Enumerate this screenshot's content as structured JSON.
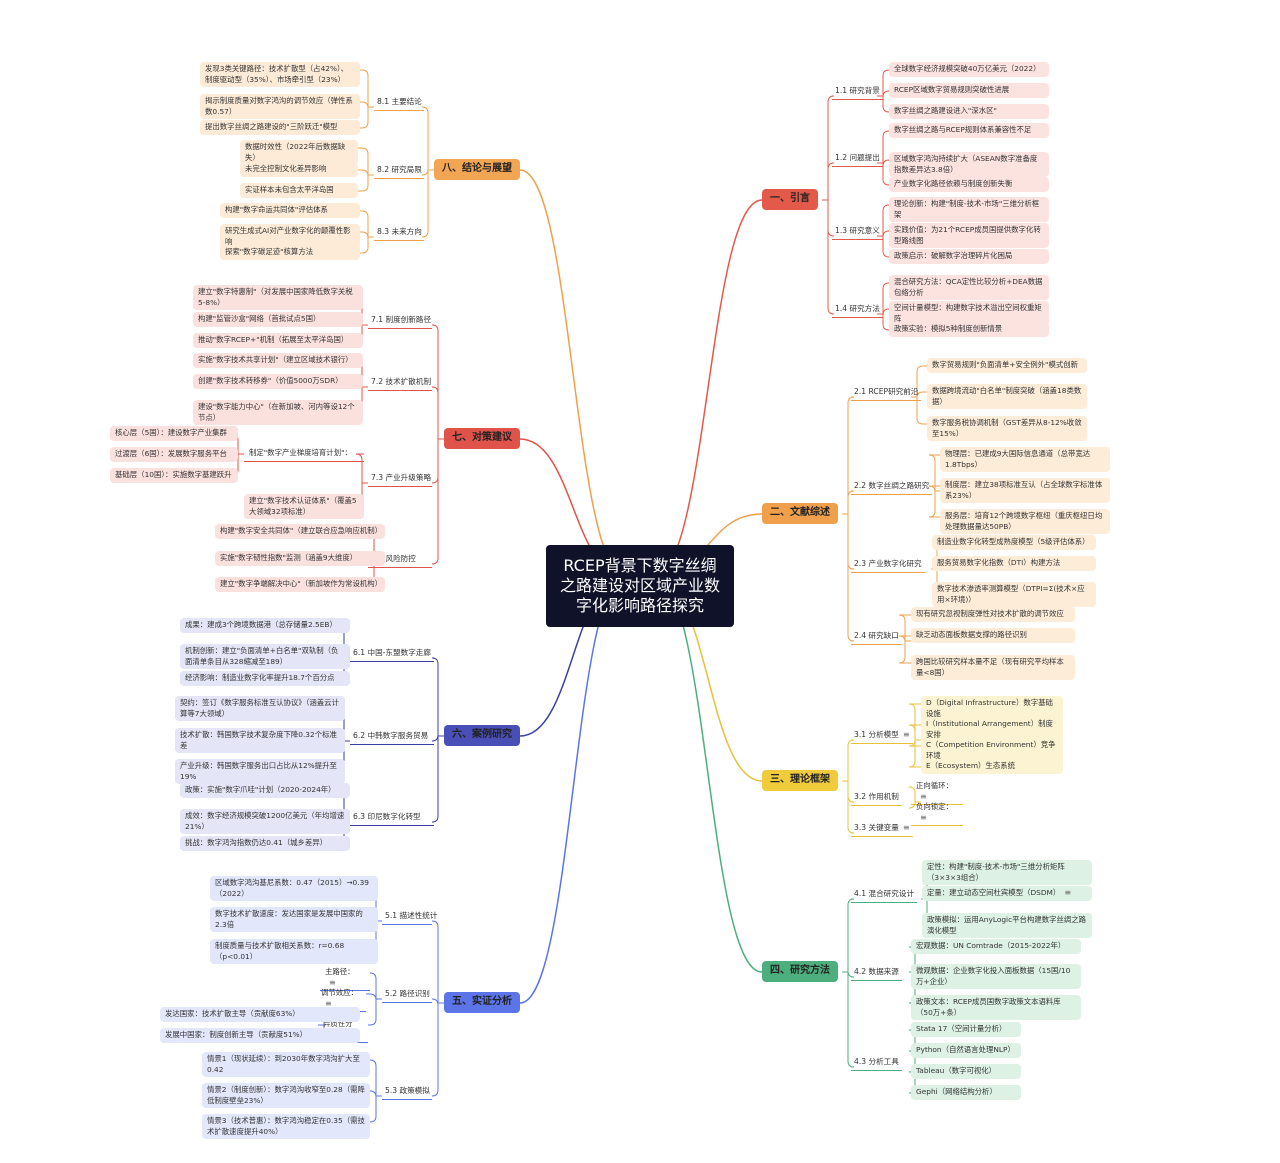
{
  "title": "RCEP背景下数字丝绸之路建设对区域产业数字化影响路径探究",
  "branches": [
    {
      "key": "b1",
      "label": "一、引言",
      "color": "#e35a4a",
      "fill": "#e35a4a",
      "leafFill": "#fce3e0",
      "subs": [
        {
          "label": "1.1 研究背景",
          "leaves": [
            "全球数字经济规模突破40万亿美元（2022）",
            "RCEP区域数字贸易规则突破性进展",
            "数字丝绸之路建设进入\"深水区\""
          ]
        },
        {
          "label": "1.2 问题提出",
          "leaves": [
            "数字丝绸之路与RCEP规则体系兼容性不足",
            "区域数字鸿沟持续扩大（ASEAN数字准备度指数差异达3.8倍）",
            "产业数字化路径依赖与制度创新失衡"
          ]
        },
        {
          "label": "1.3 研究意义",
          "leaves": [
            "理论创新：构建\"制度-技术-市场\"三维分析框架",
            "实践价值：为21个RCEP成员国提供数字化转型路线图",
            "政策启示：破解数字治理碎片化困局"
          ]
        },
        {
          "label": "1.4 研究方法",
          "leaves": [
            "混合研究方法：QCA定性比较分析+DEA数据包络分析",
            "空间计量模型：构建数字技术溢出空间权重矩阵",
            "政策实验：模拟5种制度创新情景"
          ]
        }
      ]
    },
    {
      "key": "b2",
      "label": "二、文献综述",
      "color": "#f0a04b",
      "fill": "#f0a04b",
      "leafFill": "#fdecd8",
      "subs": [
        {
          "label": "2.1 RCEP研究前沿",
          "leaves": [
            "数字贸易规则\"负面清单+安全例外\"模式创新",
            "数据跨境流动\"白名单\"制度突破（涵盖18类数据）",
            "数字服务税协调机制（GST差异从8-12%收敛至15%）"
          ]
        },
        {
          "label": "2.2 数字丝绸之路研究",
          "leaves": [
            "物理层：已建成9大国际信息通道（总带宽达1.8Tbps）",
            "制度层：建立38项标准互认（占全球数字标准体系23%）",
            "服务层：培育12个跨境数字枢纽（重庆枢纽日均处理数据量达50PB）"
          ]
        },
        {
          "label": "2.3 产业数字化研究",
          "leaves": [
            "制造业数字化转型成熟度模型（5级评估体系）",
            "服务贸易数字化指数（DTI）构建方法",
            "数字技术渗透率测算模型（DTPI=Σ(技术×应用×环境)）"
          ]
        },
        {
          "label": "2.4 研究缺口",
          "leaves": [
            "现有研究忽视制度弹性对技术扩散的调节效应",
            "缺乏动态面板数据支撑的路径识别",
            "跨国比较研究样本量不足（现有研究平均样本量<8国）"
          ]
        }
      ]
    },
    {
      "key": "b3",
      "label": "三、理论框架",
      "color": "#e8c13a",
      "fill": "#f0cc3c",
      "leafFill": "#fbf3d2",
      "subs": [
        {
          "label": "3.1 分析模型",
          "eq": true,
          "leaves": [
            "D（Digital Infrastructure）数字基础设施",
            "I（Institutional Arrangement）制度安排",
            "C（Competition Environment）竞争环境",
            "E（Ecosystem）生态系统"
          ]
        },
        {
          "label": "3.2 作用机制",
          "leaves": [
            "正向循环：",
            "负向锁定："
          ],
          "leafEq": true
        },
        {
          "label": "3.3 关键变量",
          "eq": true,
          "leaves": []
        }
      ]
    },
    {
      "key": "b4",
      "label": "四、研究方法",
      "color": "#4caf7d",
      "fill": "#4caf7d",
      "leafFill": "#ddf1e5",
      "subs": [
        {
          "label": "4.1 混合研究设计",
          "leaves": [
            "定性：构建\"制度-技术-市场\"三维分析矩阵（3×3×3组合）",
            "定量：建立动态空间杜宾模型（DSDM）",
            "政策模拟：运用AnyLogic平台构建数字丝绸之路演化模型"
          ],
          "leafEqIdx": 1
        },
        {
          "label": "4.2 数据来源",
          "leaves": [
            "宏观数据：UN Comtrade（2015-2022年）",
            "微观数据：企业数字化投入面板数据（15国/10万+企业）",
            "政策文本：RCEP成员国数字政策文本语料库（50万+条）"
          ]
        },
        {
          "label": "4.3 分析工具",
          "leaves": [
            "Stata 17（空间计量分析）",
            "Python（自然语言处理NLP）",
            "Tableau（数字可视化）",
            "Gephi（网络结构分析）"
          ]
        }
      ]
    },
    {
      "key": "b5",
      "label": "五、实证分析",
      "color": "#5b74e8",
      "fill": "#5b74e8",
      "leafFill": "#e2e7fb",
      "subs": [
        {
          "label": "5.1 描述性统计",
          "leaves": [
            "区域数字鸿沟基尼系数：0.47（2015）→0.39（2022）",
            "数字技术扩散速度：发达国家是发展中国家的2.3倍",
            "制度质量与技术扩散相关系数：r=0.68（p<0.01）"
          ]
        },
        {
          "label": "5.2 路径识别",
          "leaves": [
            "主路径：",
            "调节效应：",
            "异质性分析："
          ],
          "leafEq": [
            true,
            true,
            false
          ],
          "subleaves": [
            "发达国家：技术扩散主导（贡献度63%）",
            "发展中国家：制度创新主导（贡献度51%）"
          ]
        },
        {
          "label": "5.3 政策模拟",
          "leaves": [
            "情景1（现状延续）：到2030年数字鸿沟扩大至0.42",
            "情景2（制度创新）：数字鸿沟收窄至0.28（需降低制度壁垒23%）",
            "情景3（技术普惠）：数字鸿沟稳定在0.35（需技术扩散速度提升40%）"
          ]
        }
      ]
    },
    {
      "key": "b6",
      "label": "六、案例研究",
      "color": "#3a3fa8",
      "fill": "#4a4fb8",
      "leafFill": "#e4e5f6",
      "subs": [
        {
          "label": "6.1 中国-东盟数字走廊",
          "leaves": [
            "成果：建成3个跨境数据港（总存储量2.5EB）",
            "机制创新：建立\"负面清单+白名单\"双轨制（负面清单条目从328缩减至189）",
            "经济影响：制造业数字化率提升18.7个百分点"
          ]
        },
        {
          "label": "6.2 中韩数字服务贸易",
          "leaves": [
            "契约：签订《数字服务标准互认协议》（涵盖云计算等7大领域）",
            "技术扩散：韩国数字技术复杂度下降0.32个标准差",
            "产业升级：韩国数字服务出口占比从12%提升至19%"
          ]
        },
        {
          "label": "6.3 印尼数字化转型",
          "leaves": [
            "政策：实施\"数字爪哇\"计划（2020-2024年）",
            "成效：数字经济规模突破1200亿美元（年均增速21%）",
            "挑战：数字鸿沟指数仍达0.41（城乡差异）"
          ]
        }
      ]
    },
    {
      "key": "b7",
      "label": "七、对策建议",
      "color": "#e0534a",
      "fill": "#e0534a",
      "leafFill": "#fbe1de",
      "subs": [
        {
          "label": "7.1 制度创新路径",
          "leaves": [
            "建立\"数字特惠制\"（对发展中国家降低数字关税5-8%）",
            "构建\"监管沙盒\"网络（首批试点5国）",
            "推动\"数字RCEP+\"机制（拓展至太平洋岛国）"
          ]
        },
        {
          "label": "7.2 技术扩散机制",
          "leaves": [
            "实施\"数字技术共享计划\"（建立区域技术银行）",
            "创建\"数字技术转移券\"（价值5000万SDR）",
            "建设\"数字能力中心\"（在新加坡、河内等设12个节点）"
          ]
        },
        {
          "label": "7.3 产业升级策略",
          "leaves": [
            "制定\"数字产业梯度培育计划\"：",
            "建立\"数字技术认证体系\"（覆盖5大领域32项标准）"
          ],
          "subleaves": [
            "核心层（5国）：建设数字产业集群",
            "过渡层（6国）：发展数字服务平台",
            "基础层（10国）：实施数字基建跃升"
          ]
        },
        {
          "label": "7.4 风险防控",
          "leaves": [
            "构建\"数字安全共同体\"（建立联合应急响应机制）",
            "实施\"数字韧性指数\"监测（涵盖9大维度）",
            "建立\"数字争端解决中心\"（新加坡作为常设机构）"
          ]
        }
      ]
    },
    {
      "key": "b8",
      "label": "八、结论与展望",
      "color": "#f0a04b",
      "fill": "#f2a553",
      "leafFill": "#fdebd7",
      "subs": [
        {
          "label": "8.1 主要结论",
          "leaves": [
            "发现3类关键路径：技术扩散型（占42%）、制度驱动型（35%）、市场牵引型（23%）",
            "揭示制度质量对数字鸿沟的调节效应（弹性系数0.57）",
            "提出数字丝绸之路建设的\"三阶跃迁\"模型"
          ]
        },
        {
          "label": "8.2 研究局限",
          "leaves": [
            "数据时效性（2022年后数据缺失）",
            "未完全控制文化差异影响",
            "实证样本未包含太平洋岛国"
          ]
        },
        {
          "label": "8.3 未来方向",
          "leaves": [
            "构建\"数字命运共同体\"评估体系",
            "研究生成式AI对产业数字化的颠覆性影响",
            "探索\"数字碳足迹\"核算方法"
          ]
        }
      ]
    }
  ]
}
